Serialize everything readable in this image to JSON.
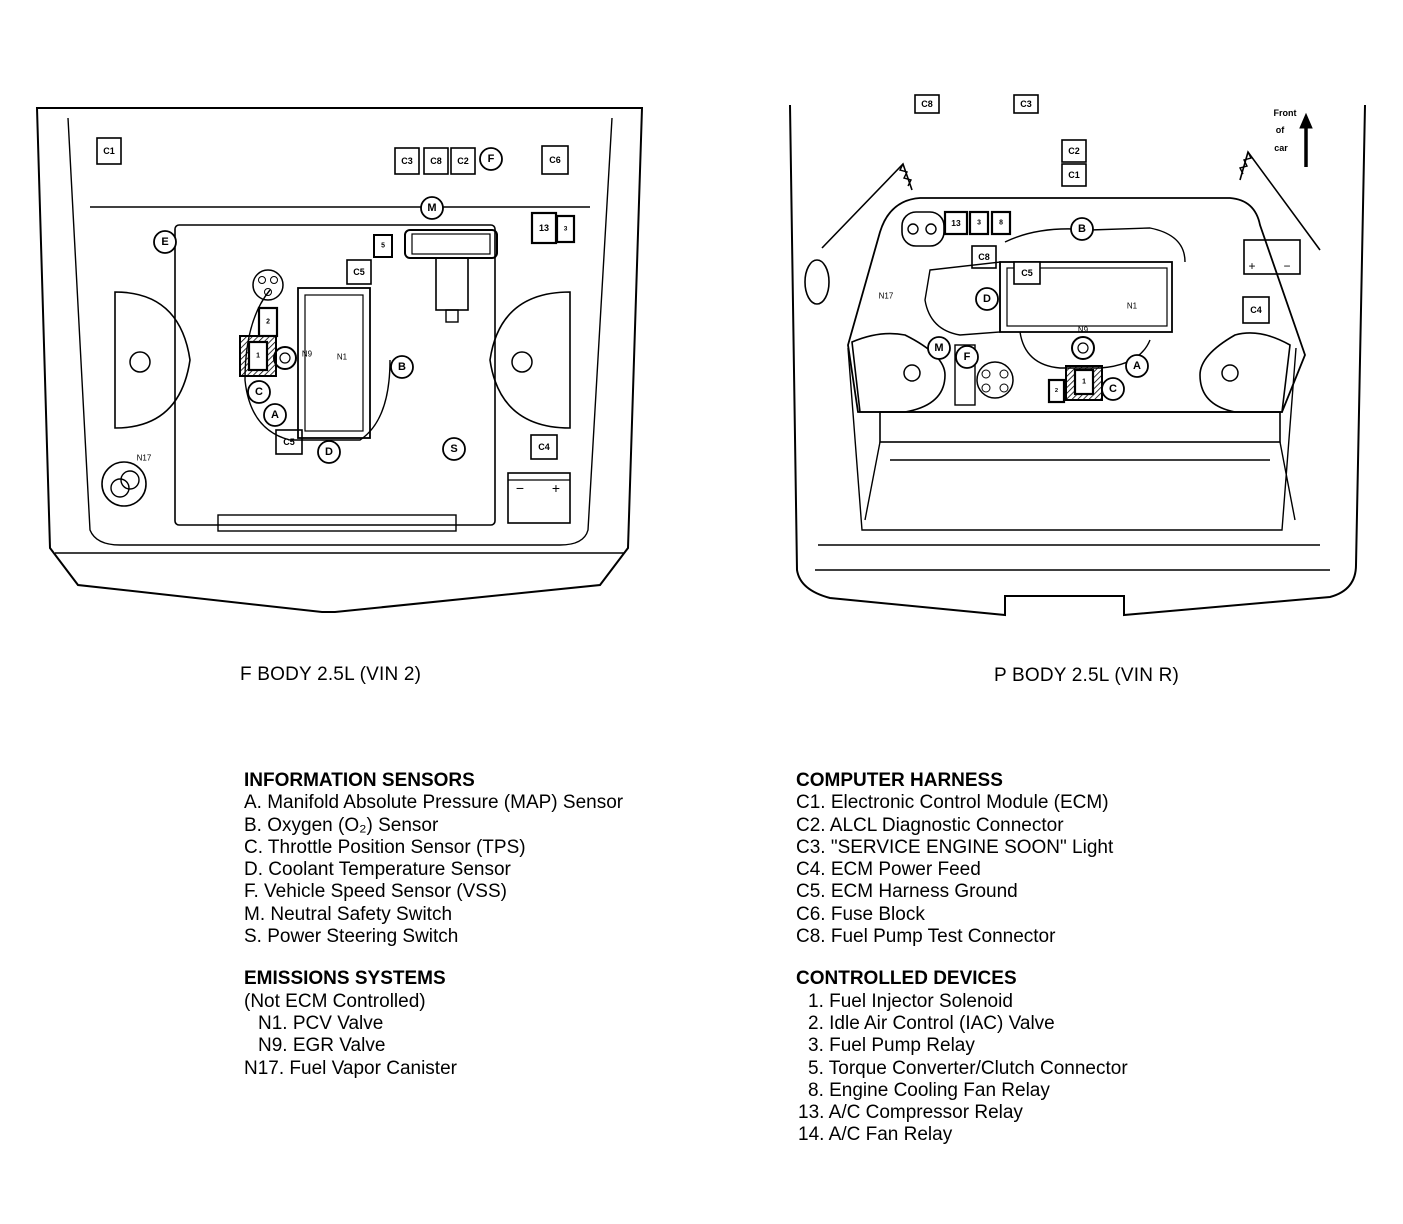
{
  "diagrams": {
    "f_body": {
      "caption": "F BODY 2.5L (VIN 2)",
      "boxes": [
        "C1",
        "C3",
        "C8",
        "C2",
        "C6",
        "13",
        "3",
        "5",
        "C5",
        "2",
        "1",
        "C5",
        "C4"
      ],
      "circles": [
        "F",
        "M",
        "E",
        "B",
        "C",
        "A",
        "D",
        "S"
      ],
      "text_labels": [
        "N9",
        "N1",
        "N17"
      ],
      "battery_terminals": [
        "−",
        "+"
      ]
    },
    "p_body": {
      "caption": "P BODY 2.5L (VIN R)",
      "boxes": [
        "C8",
        "C3",
        "C2",
        "C1",
        "13",
        "3",
        "8",
        "C8",
        "C5",
        "C4",
        "2",
        "1"
      ],
      "circles": [
        "B",
        "D",
        "M",
        "F",
        "A",
        "C"
      ],
      "text_labels": [
        "N17",
        "N1",
        "N9"
      ],
      "battery_terminals": [
        "+",
        "−"
      ],
      "front_of_car": [
        "Front",
        "of",
        "car"
      ]
    }
  },
  "legend": {
    "info_sensors": {
      "title": "INFORMATION SENSORS",
      "items": [
        "A. Manifold Absolute Pressure (MAP) Sensor",
        "B. Oxygen (O₂) Sensor",
        "C. Throttle Position Sensor (TPS)",
        "D. Coolant Temperature Sensor",
        "F. Vehicle Speed Sensor (VSS)",
        "M. Neutral Safety Switch",
        "S. Power Steering Switch"
      ]
    },
    "emissions": {
      "title": "EMISSIONS SYSTEMS",
      "subtitle": "(Not ECM Controlled)",
      "items": [
        "N1. PCV Valve",
        "N9. EGR Valve",
        "N17. Fuel Vapor Canister"
      ]
    },
    "harness": {
      "title": "COMPUTER HARNESS",
      "items": [
        "C1. Electronic Control Module (ECM)",
        "C2. ALCL Diagnostic Connector",
        "C3. \"SERVICE ENGINE SOON\" Light",
        "C4. ECM Power Feed",
        "C5. ECM Harness Ground",
        "C6. Fuse Block",
        "C8. Fuel Pump Test Connector"
      ]
    },
    "devices": {
      "title": "CONTROLLED DEVICES",
      "items": [
        "1. Fuel Injector Solenoid",
        "2. Idle Air Control (IAC) Valve",
        "3. Fuel Pump Relay",
        "5. Torque Converter/Clutch Connector",
        "8. Engine Cooling Fan Relay",
        "13. A/C Compressor Relay",
        "14. A/C Fan Relay"
      ]
    }
  }
}
